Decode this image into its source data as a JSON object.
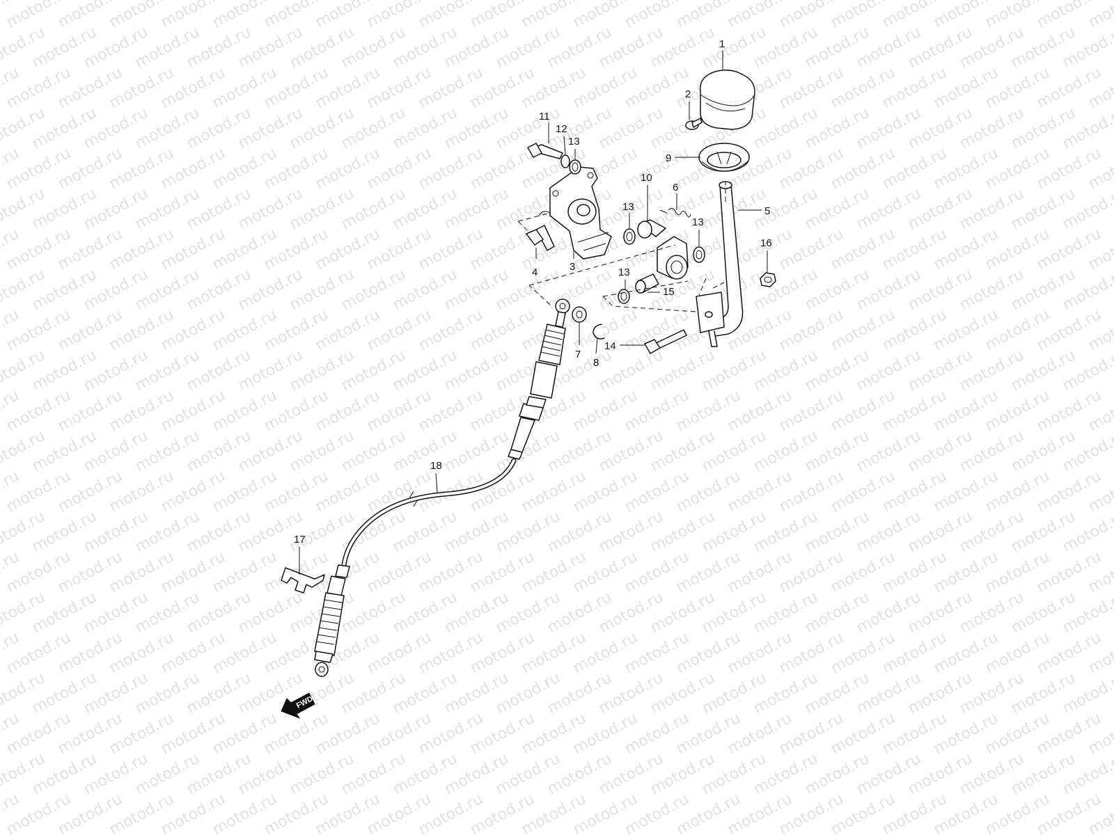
{
  "watermark": "motod.ru",
  "fwd_label": "FWD",
  "parts": [
    {
      "id": "1",
      "label": "1",
      "name": "knob"
    },
    {
      "id": "2",
      "label": "2",
      "name": "screw-small"
    },
    {
      "id": "3",
      "label": "3",
      "name": "bracket-plate"
    },
    {
      "id": "4",
      "label": "4",
      "name": "bolt-bracket"
    },
    {
      "id": "5",
      "label": "5",
      "name": "shift-lever"
    },
    {
      "id": "6",
      "label": "6",
      "name": "spring"
    },
    {
      "id": "7",
      "label": "7",
      "name": "washer-cable"
    },
    {
      "id": "8",
      "label": "8",
      "name": "e-clip"
    },
    {
      "id": "9",
      "label": "9",
      "name": "boot"
    },
    {
      "id": "10",
      "label": "10",
      "name": "pivot-pin"
    },
    {
      "id": "11",
      "label": "11",
      "name": "bolt-top"
    },
    {
      "id": "12",
      "label": "12",
      "name": "washer-top"
    },
    {
      "id": "13a",
      "label": "13",
      "name": "o-ring-top"
    },
    {
      "id": "13b",
      "label": "13",
      "name": "o-ring-pivot-left"
    },
    {
      "id": "13c",
      "label": "13",
      "name": "o-ring-pivot-right"
    },
    {
      "id": "13d",
      "label": "13",
      "name": "o-ring-lower"
    },
    {
      "id": "14",
      "label": "14",
      "name": "bolt-lever"
    },
    {
      "id": "15",
      "label": "15",
      "name": "bushing"
    },
    {
      "id": "16",
      "label": "16",
      "name": "nut"
    },
    {
      "id": "17",
      "label": "17",
      "name": "cable-clip"
    },
    {
      "id": "18",
      "label": "18",
      "name": "shift-cable"
    }
  ]
}
